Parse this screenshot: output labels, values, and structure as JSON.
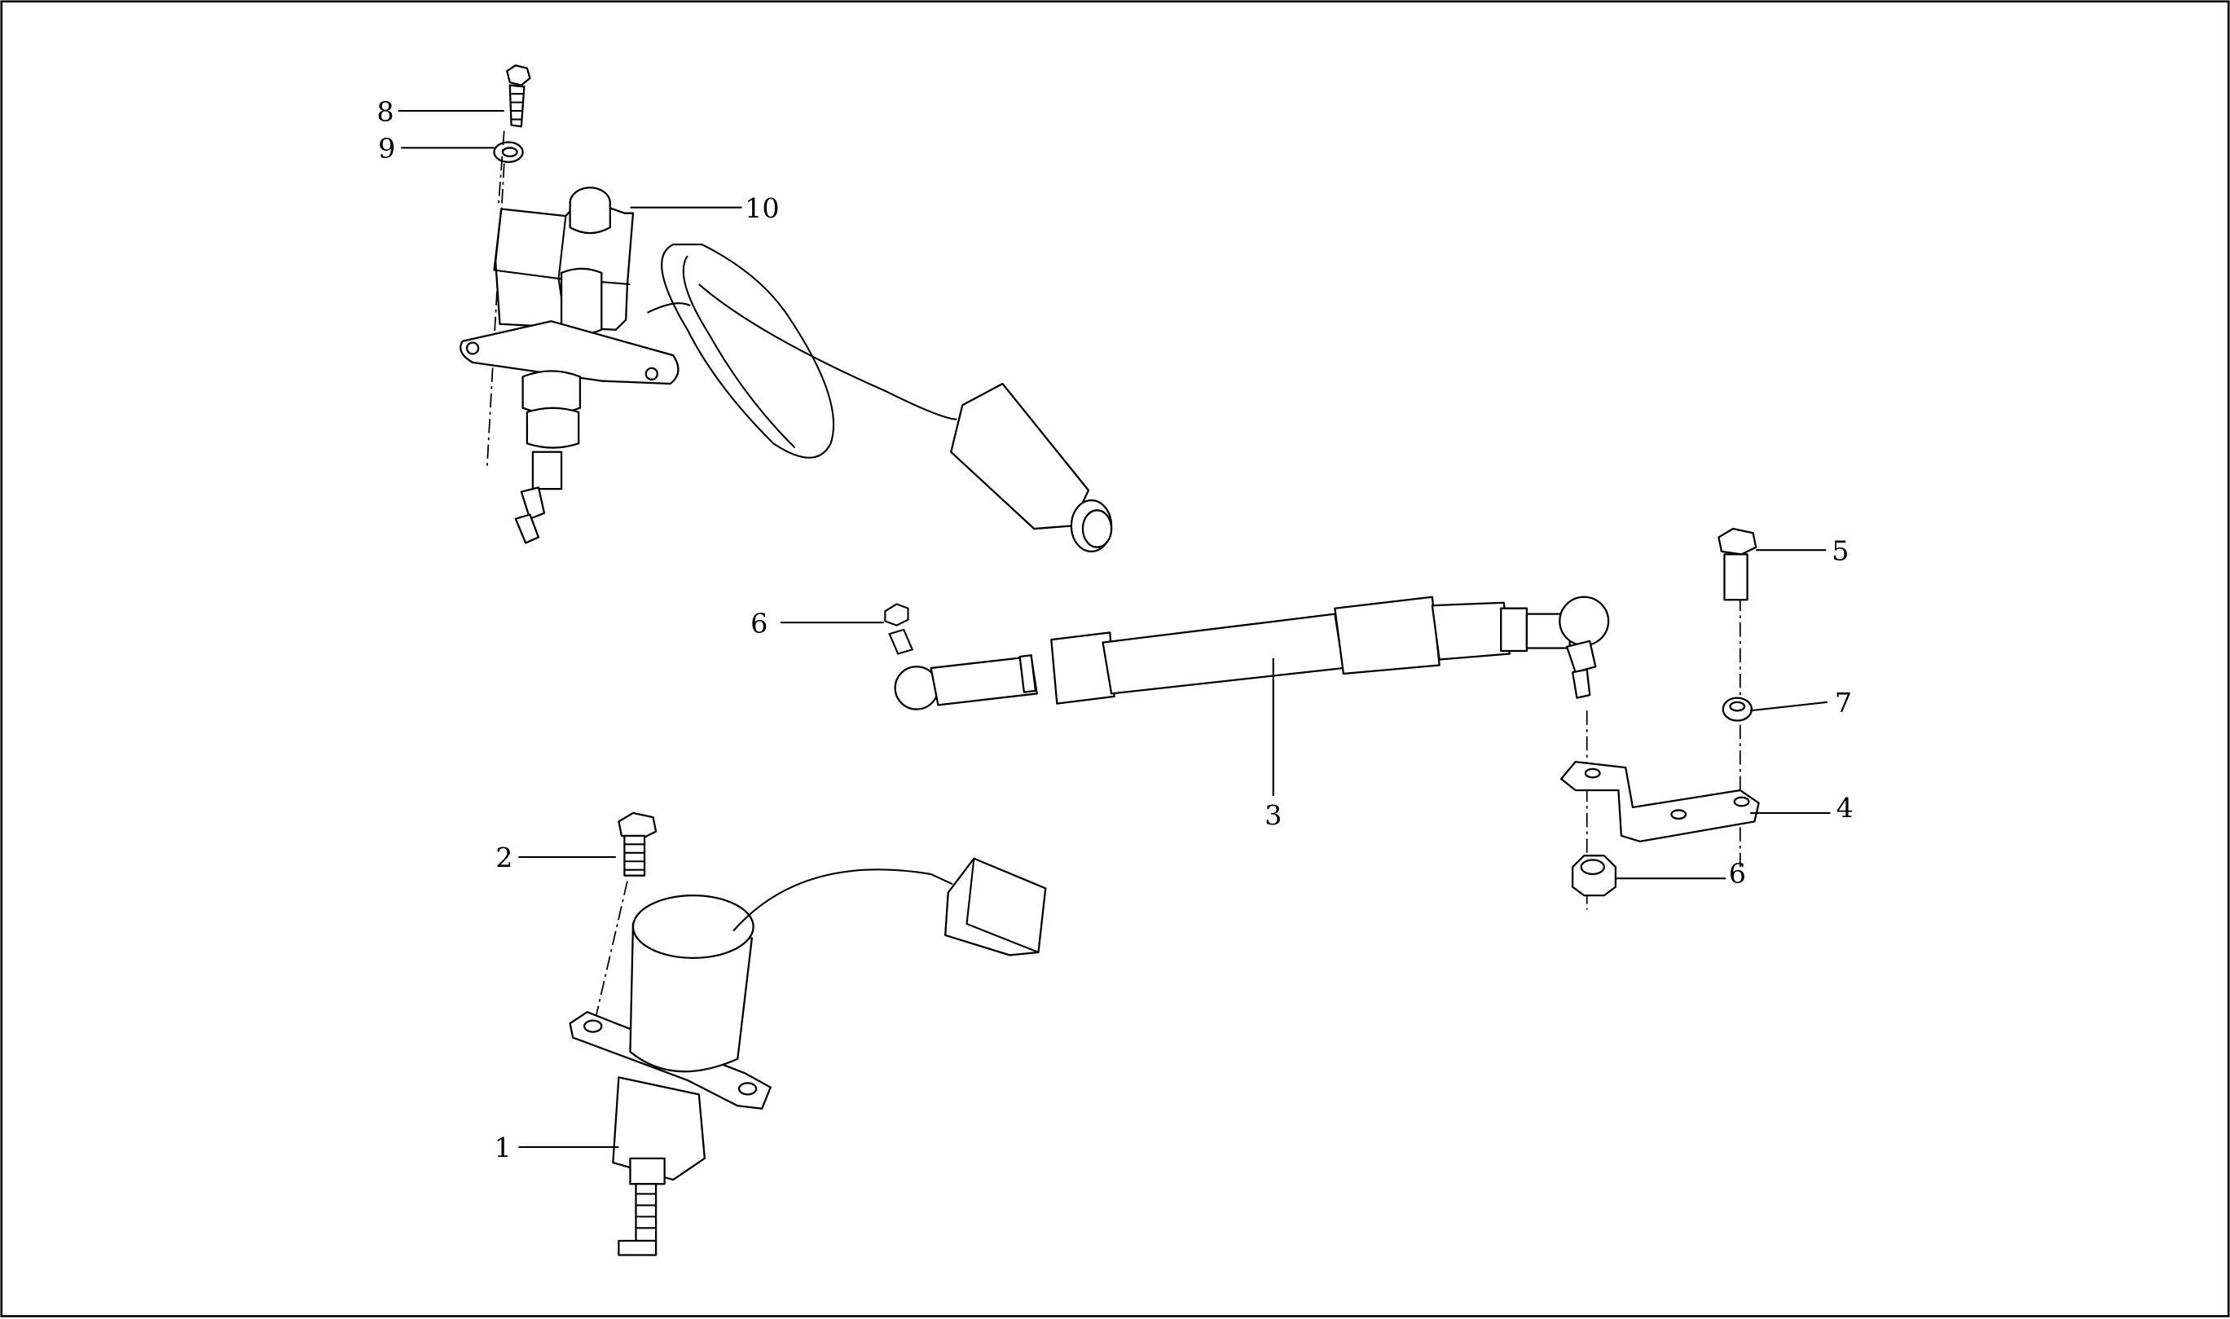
{
  "callouts": {
    "c8": "8",
    "c9": "9",
    "c10": "10",
    "c6a": "6",
    "c3": "3",
    "c5": "5",
    "c7": "7",
    "c4": "4",
    "c6b": "6",
    "c2": "2",
    "c1": "1"
  }
}
